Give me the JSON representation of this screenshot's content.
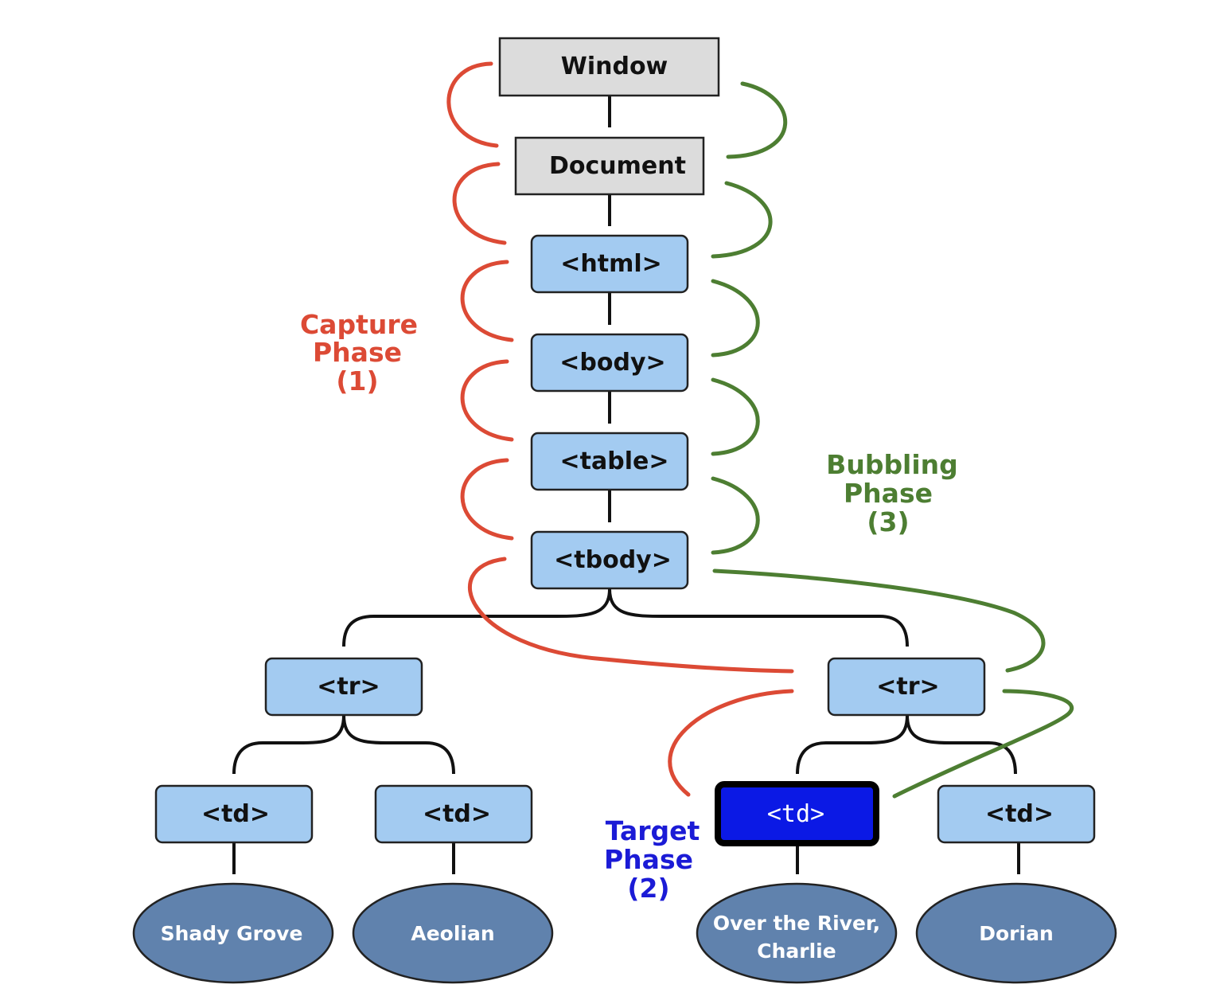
{
  "nodes": {
    "window": "Window",
    "document": "Document",
    "html": "<html>",
    "body": "<body>",
    "table": "<table>",
    "tbody": "<tbody>",
    "tr_left": "<tr>",
    "tr_right": "<tr>",
    "td_1": "<td>",
    "td_2": "<td>",
    "td_target": "<td>",
    "td_4": "<td>"
  },
  "leaves": {
    "leaf_1": "Shady Grove",
    "leaf_2": "Aeolian",
    "leaf_3_line1": "Over the River,",
    "leaf_3_line2": "Charlie",
    "leaf_4": "Dorian"
  },
  "phases": {
    "capture": {
      "line1": "Capture",
      "line2": "Phase",
      "line3": "(1)"
    },
    "target": {
      "line1": "Target",
      "line2": "Phase",
      "line3": "(2)"
    },
    "bubbling": {
      "line1": "Bubbling",
      "line2": "Phase",
      "line3": "(3)"
    }
  },
  "colors": {
    "capture": "#dc4a35",
    "bubbling": "#4d7e32",
    "target": "#1b1bd6",
    "element_fill": "#a3cbf1",
    "root_fill": "#dcdcdc",
    "leaf_fill": "#6082ad",
    "target_fill": "#0b19e5"
  }
}
